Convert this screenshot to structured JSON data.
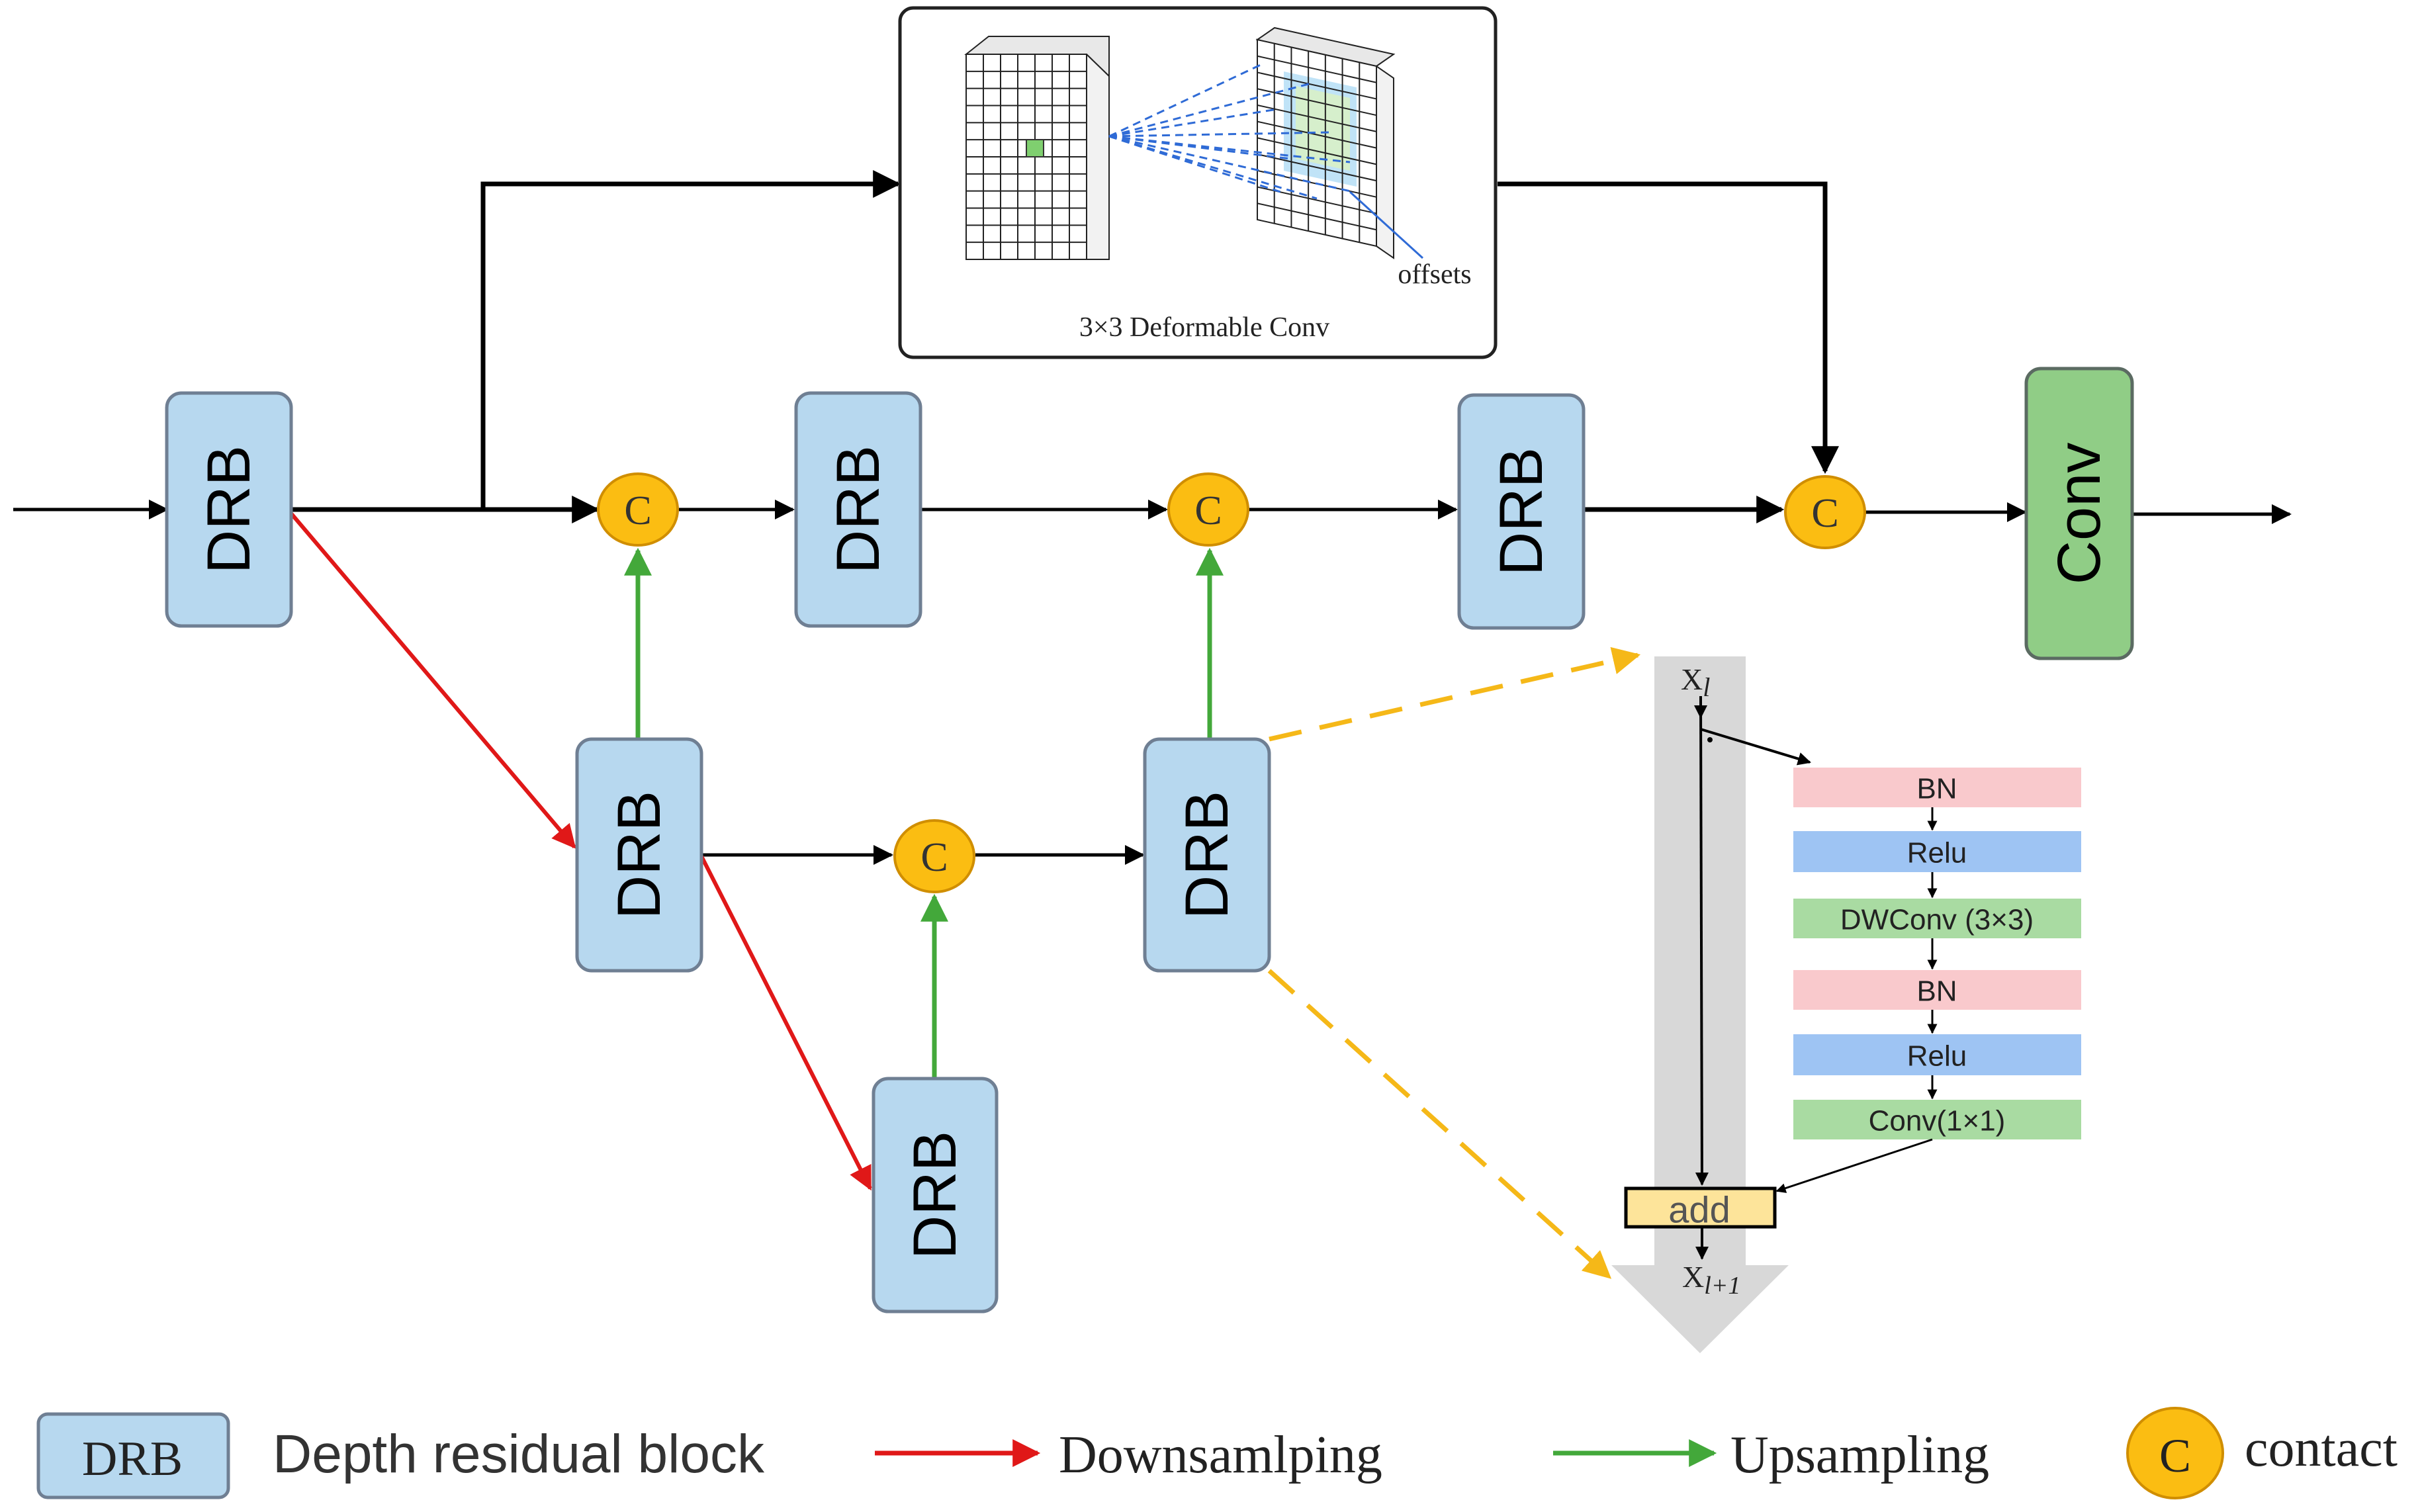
{
  "blocks": {
    "drb_label": "DRB",
    "conv_label": "Conv",
    "concat_label": "C"
  },
  "deformable": {
    "title": "3×3 Deformable Conv",
    "offsets_label": "offsets"
  },
  "residual_detail": {
    "input_label": "X",
    "input_sub": "l",
    "output_label": "X",
    "output_sub": "l+1",
    "add_label": "add",
    "layers": [
      "BN",
      "Relu",
      "DWConv (3×3)",
      "BN",
      "Relu",
      "Conv(1×1)"
    ]
  },
  "legend": {
    "drb_box": "DRB",
    "drb_text": "Depth residual block",
    "down_text": "Downsamlping",
    "up_text": "Upsampling",
    "concat_symbol": "C",
    "concat_text": "contact"
  },
  "colors": {
    "drb_fill": "#b7d8ef",
    "drb_stroke": "#6f7f93",
    "conv_fill": "#90cd86",
    "conv_stroke": "#5b6b62",
    "concat_fill": "#fbbd12",
    "concat_stroke": "#d08e00",
    "downsample": "#e01818",
    "upsample": "#43a83a",
    "dashed": "#f5b818",
    "bn": "#f9c9cc",
    "relu": "#9ec4f3",
    "dwconv": "#a9dba2",
    "add": "#fde49a",
    "spine": "#d8d8d8"
  }
}
